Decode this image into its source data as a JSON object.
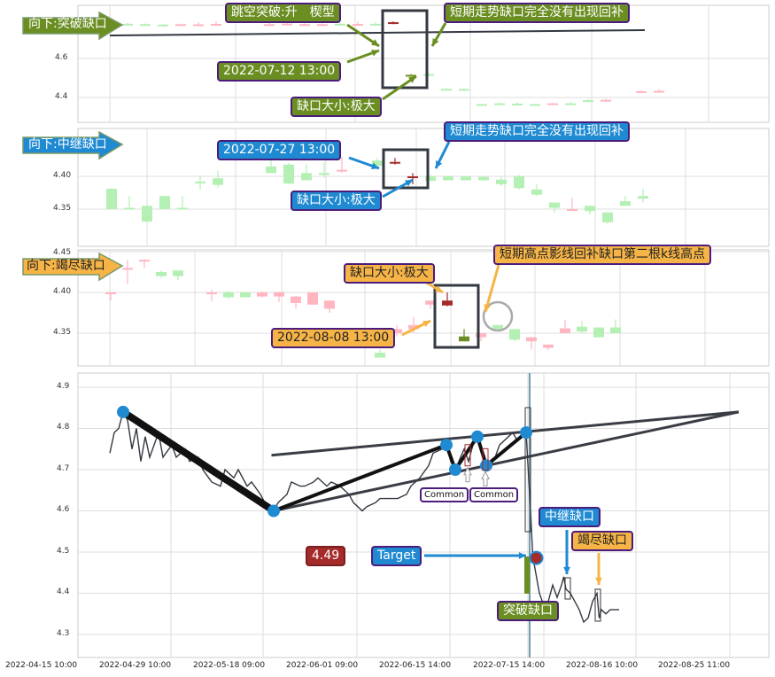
{
  "colors": {
    "olive": "#6b8e23",
    "blue": "#1f8ad2",
    "orange": "#f6b447",
    "red": "#a52a2a",
    "up": "#ffb6c1",
    "down": "#b4f0b4",
    "line": "#333842"
  },
  "panels": [
    {
      "name": "breakaway",
      "tag": "向下:突破缺口",
      "ticks": [
        "4.6",
        "4.4"
      ],
      "tick_values": [
        4.6,
        4.4
      ],
      "pattern_label": "跳空突破:升　楔型",
      "date_label": "2022-07-12 13:00",
      "size_label": "缺口大小:极大",
      "note": "短期走势缺口完全没有出现回补",
      "candles": [
        [
          1,
          4.778,
          4.782,
          4.774,
          4.776
        ],
        [
          2,
          4.776,
          4.78,
          4.772,
          4.774
        ],
        [
          3,
          4.774,
          4.778,
          4.771,
          4.772
        ],
        [
          4,
          4.775,
          4.779,
          4.772,
          4.776
        ],
        [
          5,
          4.774,
          4.786,
          4.77,
          4.775
        ],
        [
          6,
          4.776,
          4.79,
          4.772,
          4.777
        ],
        [
          9,
          4.775,
          4.785,
          4.772,
          4.776
        ],
        [
          10,
          4.777,
          4.782,
          4.774,
          4.779
        ],
        [
          11,
          4.776,
          4.78,
          4.773,
          4.776
        ],
        [
          12,
          4.772,
          4.78,
          4.768,
          4.776
        ],
        [
          13,
          4.778,
          4.784,
          4.774,
          4.776
        ],
        [
          14,
          4.776,
          4.79,
          4.772,
          4.777
        ],
        [
          15,
          4.778,
          4.786,
          4.774,
          4.777
        ],
        [
          16,
          4.78,
          4.79,
          4.776,
          4.786,
          "gap"
        ],
        [
          17,
          4.516,
          4.52,
          4.512,
          4.514,
          "gapg"
        ],
        [
          18,
          4.52,
          4.526,
          4.51,
          4.518
        ],
        [
          19,
          4.444,
          4.447,
          4.439,
          4.442
        ],
        [
          20,
          4.444,
          4.446,
          4.432,
          4.442
        ],
        [
          21,
          4.366,
          4.368,
          4.364,
          4.365
        ],
        [
          22,
          4.37,
          4.373,
          4.364,
          4.368
        ],
        [
          23,
          4.368,
          4.375,
          4.362,
          4.367
        ],
        [
          24,
          4.366,
          4.368,
          4.358,
          4.363
        ],
        [
          25,
          4.368,
          4.372,
          4.363,
          4.37
        ],
        [
          26,
          4.37,
          4.376,
          4.362,
          4.369
        ],
        [
          27,
          4.386,
          4.392,
          4.38,
          4.385
        ],
        [
          28,
          4.384,
          4.392,
          4.378,
          4.388
        ],
        [
          30,
          4.43,
          4.436,
          4.426,
          4.432
        ],
        [
          31,
          4.432,
          4.442,
          4.426,
          4.434
        ]
      ]
    },
    {
      "name": "continuation",
      "tag": "向下:中继缺口",
      "ticks": [
        "4.40",
        "4.35"
      ],
      "tick_values": [
        4.4,
        4.35
      ],
      "date_label": "2022-07-27 13:00",
      "size_label": "缺口大小:极大",
      "note": "短期走势缺口完全没有出现回补",
      "candles": [
        [
          0,
          4.381,
          4.382,
          4.35,
          4.35
        ],
        [
          1,
          4.352,
          4.37,
          4.35,
          4.35
        ],
        [
          2,
          4.355,
          4.355,
          4.33,
          4.331
        ],
        [
          3,
          4.37,
          4.37,
          4.35,
          4.35
        ],
        [
          4,
          4.352,
          4.37,
          4.35,
          4.35
        ],
        [
          5,
          4.392,
          4.401,
          4.38,
          4.39
        ],
        [
          6,
          4.397,
          4.408,
          4.383,
          4.387
        ],
        [
          9,
          4.415,
          4.428,
          4.41,
          4.405
        ],
        [
          10,
          4.418,
          4.42,
          4.388,
          4.389
        ],
        [
          11,
          4.405,
          4.418,
          4.395,
          4.394
        ],
        [
          12,
          4.405,
          4.422,
          4.398,
          4.404
        ],
        [
          13,
          4.41,
          4.43,
          4.405,
          4.41
        ],
        [
          15,
          4.424,
          4.428,
          4.414,
          4.416
        ],
        [
          16,
          4.422,
          4.428,
          4.418,
          4.421,
          "gap"
        ],
        [
          17,
          4.4,
          4.405,
          4.388,
          4.4,
          "gap"
        ],
        [
          18,
          4.4,
          4.402,
          4.393,
          4.393
        ],
        [
          19,
          4.4,
          4.401,
          4.394,
          4.394
        ],
        [
          20,
          4.4,
          4.4,
          4.394,
          4.394
        ],
        [
          21,
          4.399,
          4.4,
          4.393,
          4.394
        ],
        [
          22,
          4.395,
          4.4,
          4.385,
          4.388
        ],
        [
          23,
          4.4,
          4.402,
          4.38,
          4.382
        ],
        [
          24,
          4.38,
          4.388,
          4.37,
          4.372
        ],
        [
          25,
          4.36,
          4.36,
          4.345,
          4.352
        ],
        [
          26,
          4.35,
          4.367,
          4.35,
          4.35
        ],
        [
          27,
          4.355,
          4.355,
          4.342,
          4.347
        ],
        [
          28,
          4.345,
          4.345,
          4.328,
          4.33
        ],
        [
          29,
          4.362,
          4.37,
          4.355,
          4.355
        ],
        [
          30,
          4.37,
          4.381,
          4.36,
          4.366
        ]
      ]
    },
    {
      "name": "exhaustion",
      "tag": "向下:竭尽缺口",
      "ticks": [
        "4.45",
        "4.40",
        "4.35"
      ],
      "tick_values": [
        4.45,
        4.4,
        4.35
      ],
      "size_label": "缺口大小:极大",
      "note": "短期高点影线回补缺口第二根k线高点",
      "date_label": "2022-08-08 13:00",
      "candles": [
        [
          0,
          4.4,
          4.4,
          4.39,
          4.4
        ],
        [
          1,
          4.43,
          4.44,
          4.41,
          4.43
        ],
        [
          2,
          4.44,
          4.441,
          4.43,
          4.44
        ],
        [
          3,
          4.425,
          4.427,
          4.418,
          4.42
        ],
        [
          4,
          4.427,
          4.427,
          4.415,
          4.42
        ],
        [
          6,
          4.4,
          4.403,
          4.389,
          4.4
        ],
        [
          7,
          4.4,
          4.402,
          4.392,
          4.394
        ],
        [
          8,
          4.4,
          4.401,
          4.394,
          4.394
        ],
        [
          9,
          4.395,
          4.401,
          4.394,
          4.4
        ],
        [
          10,
          4.395,
          4.401,
          4.388,
          4.4
        ],
        [
          11,
          4.387,
          4.396,
          4.38,
          4.395
        ],
        [
          12,
          4.385,
          4.4,
          4.385,
          4.4
        ],
        [
          13,
          4.38,
          4.39,
          4.375,
          4.39
        ],
        [
          16,
          4.326,
          4.33,
          4.323,
          4.32
        ],
        [
          17,
          4.35,
          4.36,
          4.346,
          4.355
        ],
        [
          18,
          4.355,
          4.37,
          4.35,
          4.36
        ],
        [
          19,
          4.385,
          4.39,
          4.38,
          4.39
        ],
        [
          20,
          4.384,
          4.4,
          4.383,
          4.39,
          "gap"
        ],
        [
          21,
          4.34,
          4.355,
          4.34,
          4.346,
          "gapg"
        ],
        [
          22,
          4.345,
          4.35,
          4.34,
          4.35
        ],
        [
          23,
          4.36,
          4.36,
          4.353,
          4.355
        ],
        [
          24,
          4.355,
          4.355,
          4.34,
          4.342
        ],
        [
          25,
          4.34,
          4.343,
          4.33,
          4.345
        ],
        [
          26,
          4.332,
          4.335,
          4.329,
          4.336
        ],
        [
          27,
          4.35,
          4.366,
          4.35,
          4.356
        ],
        [
          28,
          4.358,
          4.365,
          4.35,
          4.352
        ],
        [
          29,
          4.357,
          4.357,
          4.345,
          4.345
        ],
        [
          30,
          4.357,
          4.367,
          4.35,
          4.35
        ]
      ]
    }
  ],
  "chart_data": {
    "type": "line",
    "title": "",
    "ylim": [
      4.25,
      4.93
    ],
    "yticks": [
      "4.9",
      "4.8",
      "4.7",
      "4.6",
      "4.5",
      "4.4",
      "4.3"
    ],
    "ytick_values": [
      4.9,
      4.8,
      4.7,
      4.6,
      4.5,
      4.4,
      4.3
    ],
    "xticks": [
      "2022-04-15 10:00",
      "2022-04-29 10:00",
      "2022-05-18 09:00",
      "2022-06-01 09:00",
      "2022-06-15 14:00",
      "2022-07-15 14:00",
      "2022-08-16 10:00",
      "2022-08-25 11:00"
    ],
    "series": [
      {
        "name": "price",
        "points": [
          [
            0,
            4.74
          ],
          [
            1,
            4.79
          ],
          [
            2,
            4.8
          ],
          [
            3,
            4.84
          ],
          [
            4,
            4.82
          ],
          [
            5,
            4.75
          ],
          [
            6,
            4.8
          ],
          [
            7,
            4.72
          ],
          [
            8,
            4.78
          ],
          [
            9,
            4.73
          ],
          [
            11,
            4.79
          ],
          [
            12,
            4.73
          ],
          [
            14,
            4.76
          ],
          [
            15,
            4.73
          ],
          [
            17,
            4.75
          ],
          [
            18,
            4.72
          ],
          [
            20,
            4.73
          ],
          [
            21,
            4.7
          ],
          [
            23,
            4.67
          ],
          [
            25,
            4.66
          ],
          [
            26,
            4.7
          ],
          [
            28,
            4.68
          ],
          [
            29,
            4.7
          ],
          [
            31,
            4.66
          ],
          [
            32,
            4.67
          ],
          [
            34,
            4.64
          ],
          [
            35,
            4.62
          ],
          [
            37,
            4.6
          ],
          [
            38,
            4.62
          ],
          [
            40,
            4.64
          ],
          [
            41,
            4.67
          ],
          [
            43,
            4.66
          ],
          [
            44,
            4.66
          ],
          [
            46,
            4.67
          ],
          [
            47,
            4.68
          ],
          [
            49,
            4.66
          ],
          [
            50,
            4.67
          ],
          [
            52,
            4.66
          ],
          [
            54,
            4.64
          ],
          [
            55,
            4.62
          ],
          [
            57,
            4.6
          ],
          [
            58,
            4.61
          ],
          [
            60,
            4.62
          ],
          [
            61,
            4.63
          ],
          [
            63,
            4.63
          ],
          [
            65,
            4.63
          ],
          [
            67,
            4.64
          ],
          [
            68,
            4.66
          ],
          [
            70,
            4.68
          ],
          [
            72,
            4.71
          ],
          [
            73,
            4.74
          ],
          [
            75,
            4.75
          ],
          [
            76,
            4.76
          ],
          [
            77,
            4.72
          ],
          [
            78,
            4.7
          ],
          [
            80,
            4.75
          ],
          [
            81,
            4.72
          ],
          [
            82,
            4.76
          ],
          [
            83,
            4.78
          ],
          [
            84,
            4.75
          ],
          [
            85,
            4.71
          ],
          [
            87,
            4.73
          ],
          [
            88,
            4.76
          ],
          [
            90,
            4.78
          ],
          [
            91,
            4.79
          ],
          [
            92,
            4.77
          ],
          [
            94,
            4.79
          ],
          [
            95,
            4.6
          ],
          [
            95.5,
            4.49
          ],
          [
            96,
            4.46
          ],
          [
            97,
            4.4
          ],
          [
            98,
            4.37
          ],
          [
            99,
            4.38
          ],
          [
            100,
            4.42
          ],
          [
            101,
            4.39
          ],
          [
            102,
            4.42
          ],
          [
            102.5,
            4.44
          ],
          [
            103,
            4.41
          ],
          [
            104,
            4.4
          ],
          [
            105,
            4.38
          ],
          [
            106,
            4.36
          ],
          [
            107,
            4.33
          ],
          [
            108,
            4.34
          ],
          [
            109,
            4.38
          ],
          [
            110,
            4.4
          ],
          [
            110.5,
            4.34
          ],
          [
            111,
            4.36
          ],
          [
            112,
            4.35
          ],
          [
            113,
            4.36
          ],
          [
            115,
            4.36
          ]
        ]
      }
    ],
    "pivots": [
      [
        3,
        4.84
      ],
      [
        37,
        4.6
      ],
      [
        76,
        4.76
      ],
      [
        78,
        4.7
      ],
      [
        83,
        4.78
      ],
      [
        85,
        4.71
      ],
      [
        94,
        4.79
      ]
    ],
    "target_point": [
      95.5,
      4.49
    ],
    "trendlines": [
      [
        [
          36.5,
          4.735
        ],
        [
          142,
          4.84
        ]
      ],
      [
        [
          37,
          4.6
        ],
        [
          142,
          4.84
        ]
      ]
    ],
    "labels": {
      "price": "4.49",
      "target": "Target",
      "continuation": "中继缺口",
      "exhaustion": "竭尽缺口",
      "breakaway": "突破缺口",
      "common1": "Common",
      "common2": "Common"
    }
  }
}
